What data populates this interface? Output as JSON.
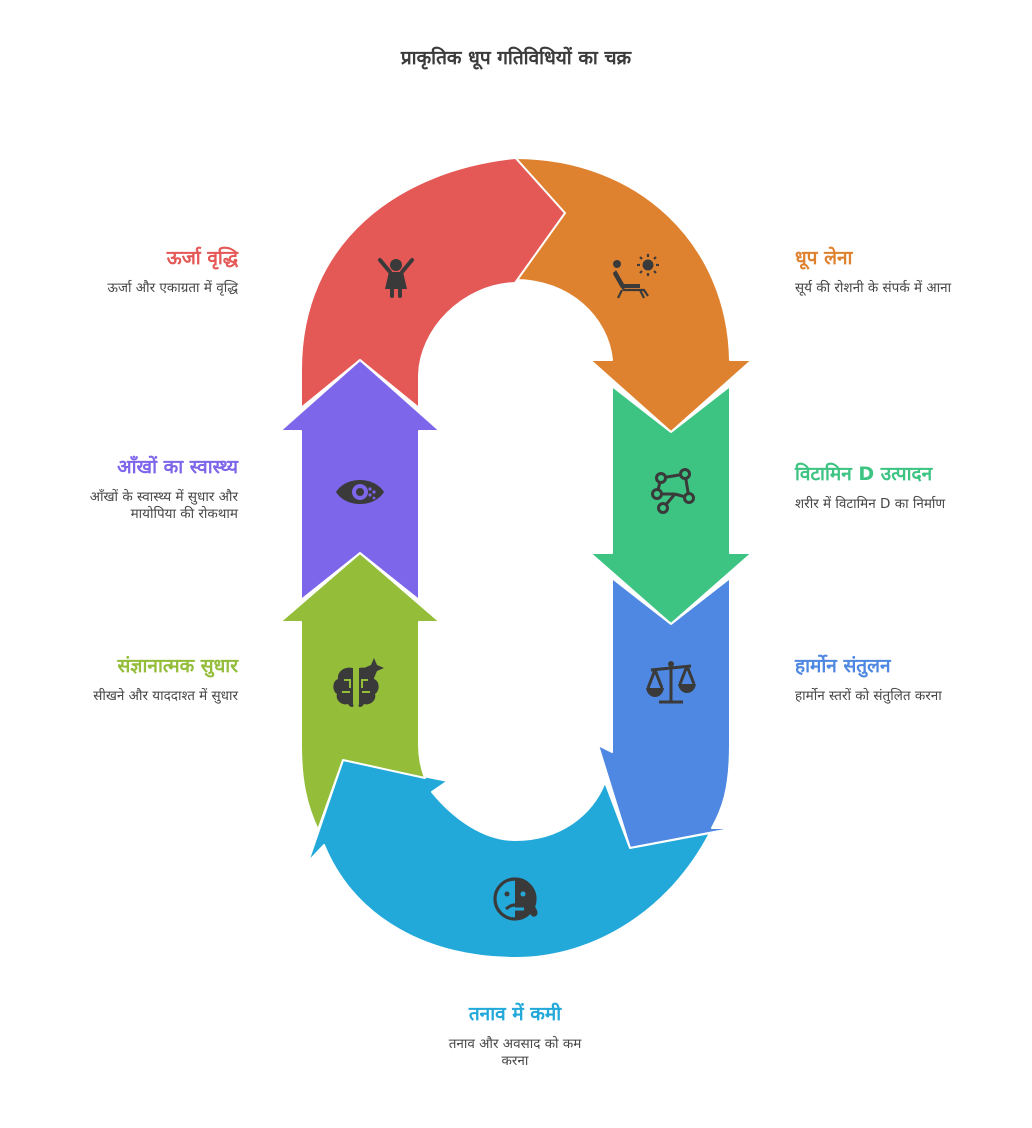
{
  "title": "प्राकृतिक धूप गतिविधियों का चक्र",
  "colors": {
    "sunbathing": "#DF8230",
    "vitamin_d": "#3DC483",
    "hormone": "#4E88E2",
    "stress": "#22A9DA",
    "cognitive": "#94BD3A",
    "eye": "#7E66EA",
    "energy": "#E45856",
    "icon": "#3a3a3a"
  },
  "steps": {
    "sunbathing": {
      "heading": "धूप लेना",
      "description": "सूर्य की रोशनी के संपर्क में आना",
      "icon": "lounger-sun-icon"
    },
    "vitamin_d": {
      "heading": "विटामिन D उत्पादन",
      "description": "शरीर में विटामिन D का निर्माण",
      "icon": "molecule-icon"
    },
    "hormone": {
      "heading": "हार्मोन संतुलन",
      "description": "हार्मोन स्तरों को संतुलित करना",
      "icon": "scale-icon"
    },
    "stress": {
      "heading": "तनाव में कमी",
      "description_line1": "तनाव और अवसाद को कम",
      "description_line2": "करना",
      "icon": "sad-face-icon"
    },
    "cognitive": {
      "heading": "संज्ञानात्मक सुधार",
      "description": "सीखने और याददाश्त में सुधार",
      "icon": "brain-sparkle-icon"
    },
    "eye": {
      "heading": "आँखों का स्वास्थ्य",
      "description_line1": "आँखों के स्वास्थ्य में सुधार और",
      "description_line2": "मायोपिया की रोकथाम",
      "icon": "eye-icon"
    },
    "energy": {
      "heading": "ऊर्जा वृद्धि",
      "description": "ऊर्जा और एकाग्रता में वृद्धि",
      "icon": "child-icon"
    }
  }
}
